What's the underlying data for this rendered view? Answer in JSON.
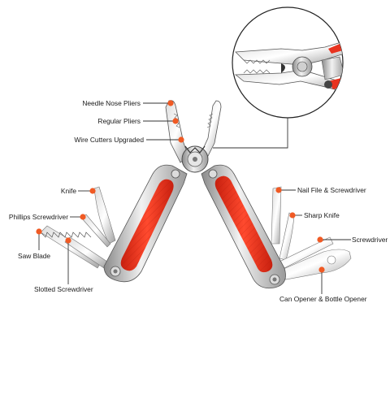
{
  "labels": {
    "needle_nose_pliers": "Needle Nose Pliers",
    "regular_pliers": "Regular Pliers",
    "wire_cutters": "Wire Cutters Upgraded",
    "knife": "Knife",
    "phillips_screwdriver": "Phillips Screwdriver",
    "saw_blade": "Saw Blade",
    "slotted_screwdriver": "Slotted Screwdriver",
    "nail_file_screwdriver": "Nail File & Screwdriver",
    "sharp_knife": "Sharp Knife",
    "screwdriver": "Screwdriver",
    "can_bottle_opener": "Can Opener & Bottle Opener"
  },
  "colors": {
    "accent_dot": "#f05a24",
    "leader_line": "#333333",
    "handle_red": "#e8331f",
    "steel_light": "#e9e9e9",
    "steel_mid": "#b8b8b8",
    "steel_dark": "#6e6e6e"
  }
}
